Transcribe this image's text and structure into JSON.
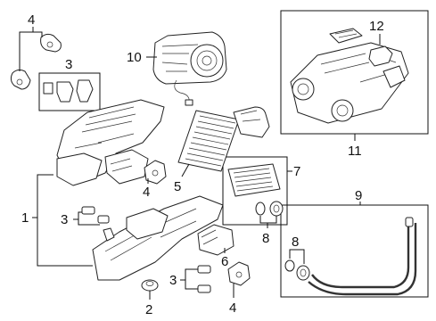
{
  "diagram": {
    "callouts": {
      "c1": "1",
      "c2": "2",
      "c3_top": "3",
      "c3_left": "3",
      "c3_bottom": "3",
      "c4_top": "4",
      "c4_mid": "4",
      "c4_bottom": "4",
      "c5": "5",
      "c6": "6",
      "c7": "7",
      "c8_mid": "8",
      "c8_right": "8",
      "c9": "9",
      "c10": "10",
      "c11": "11",
      "c12": "12"
    }
  }
}
